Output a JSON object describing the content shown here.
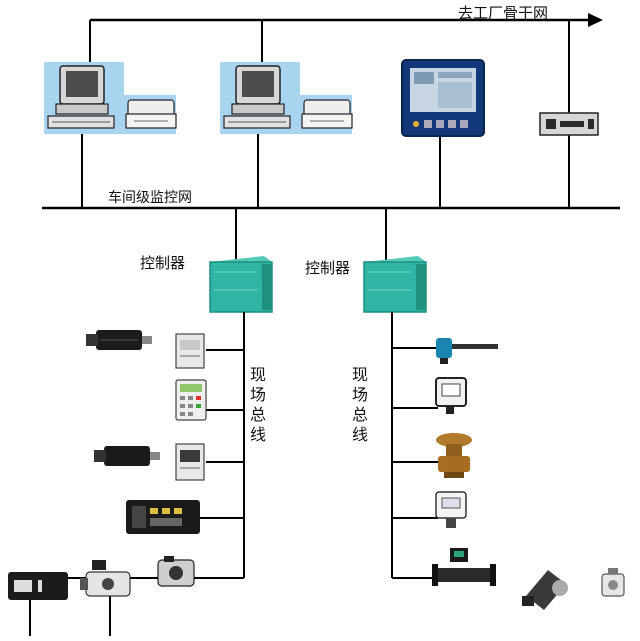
{
  "backbone_label": "去工厂骨干网",
  "workshop_network_label": "车间级监控网",
  "controller_left_label": "控制器",
  "controller_right_label": "控制器",
  "fieldbus_left_label": [
    "现",
    "场",
    "总",
    "线"
  ],
  "fieldbus_right_label": [
    "现",
    "场",
    "总",
    "线"
  ],
  "colors": {
    "line": "#000000",
    "monitor_bg": "#a9d4ef",
    "cabinet": "#2fb5a2",
    "cabinet_dark": "#1f8f80",
    "hmi_frame": "#13387a",
    "device_dark": "#1b1b1b"
  },
  "icons": [
    "workstation-icon",
    "printer-icon",
    "hmi-panel-icon",
    "network-device-icon",
    "controller-cabinet-icon",
    "servo-motor-icon",
    "drive-module-icon",
    "keypad-icon",
    "io-module-icon",
    "valve-icon",
    "sensor-icon",
    "transmitter-icon",
    "flowmeter-icon"
  ]
}
